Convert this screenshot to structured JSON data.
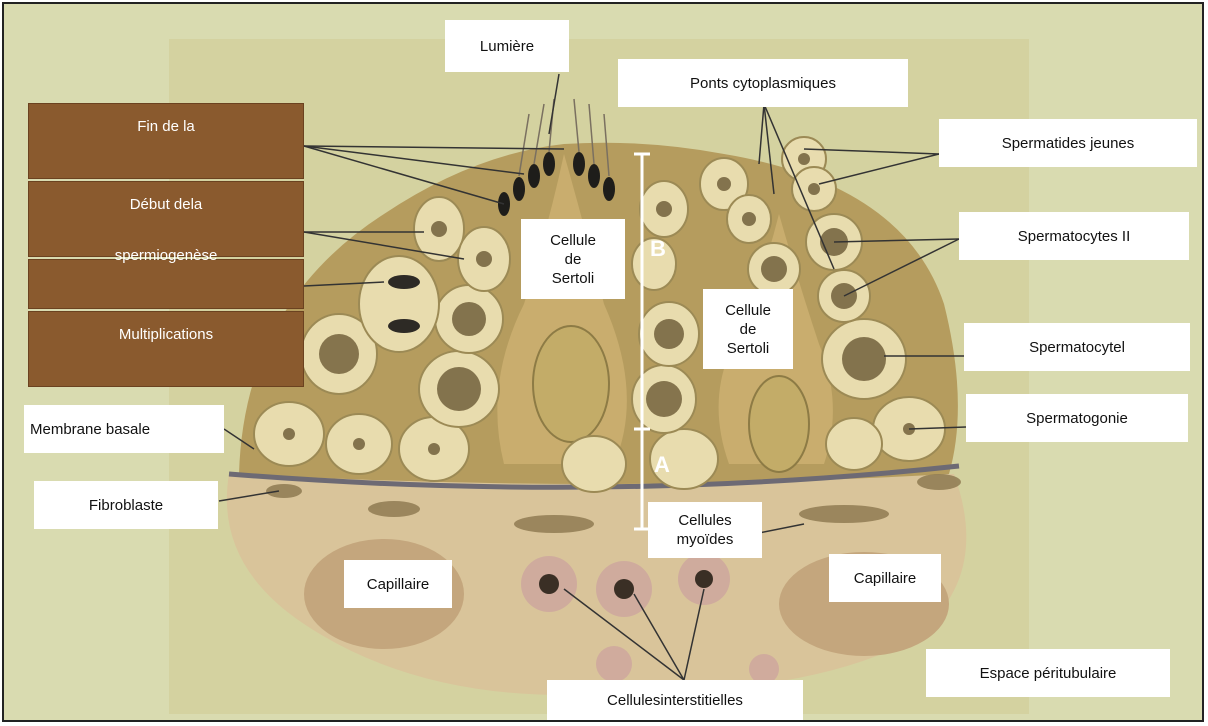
{
  "labels": {
    "lumiere": "Lumière",
    "ponts": "Ponts  cytoplasmiques",
    "spermatides": "Spermatides jeunes",
    "spermatocytes2": "Spermatocytes II",
    "spermatocyte1": "Spermatocytel",
    "spermatogonie": "Spermatogonie",
    "membrane": "Membrane basale",
    "fibroblaste": "Fibroblaste",
    "myoides": "Cellules\nmyoïdes",
    "capillaire_left": "Capillaire",
    "capillaire_right": "Capillaire",
    "interstitielles": "Cellulesinterstitielles",
    "peritubulaire": "Espace péritubulaire",
    "sertoli_1": "Cellule\nde\nSertoli",
    "sertoli_2": "Cellule\nde\nSertoli"
  },
  "phases": {
    "fin": "Fin de la",
    "debut": "Début dela",
    "spermiogenese": "spermiogenèse",
    "multiplications": "Multiplications"
  },
  "zones": {
    "b": "B",
    "a": "A"
  },
  "colors": {
    "background": "#d9dbb0",
    "tissue": "#b59c5e",
    "cell": "#e8dcae",
    "phase_box": "#8a5a2e",
    "pointer": "#333333"
  }
}
